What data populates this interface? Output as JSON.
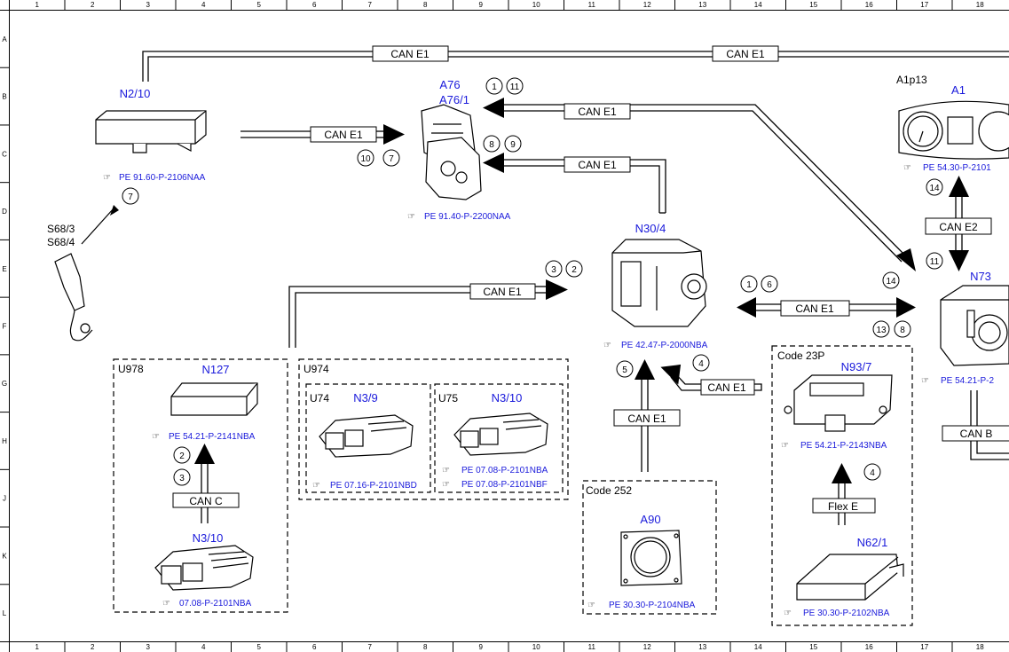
{
  "grid": {
    "columns": [
      "1",
      "2",
      "3",
      "4",
      "5",
      "6",
      "7",
      "8",
      "9",
      "10",
      "11",
      "12",
      "13",
      "14",
      "15",
      "16",
      "17",
      "18"
    ],
    "rows": [
      "A",
      "B",
      "C",
      "D",
      "E",
      "F",
      "G",
      "H",
      "J",
      "K",
      "L"
    ]
  },
  "bus_labels": {
    "can_e1_top_left": "CAN E1",
    "can_e1_top_right": "CAN E1",
    "can_e1_n2": "CAN E1",
    "can_e1_a76_top": "CAN E1",
    "can_e1_a76_bottom": "CAN E1",
    "can_e1_middle": "CAN E1",
    "can_e1_n30_n73": "CAN E1",
    "can_e1_code23p": "CAN E1",
    "can_e1_a90": "CAN E1",
    "can_e2": "CAN E2",
    "can_c": "CAN C",
    "flex_e": "Flex E",
    "can_b": "CAN B"
  },
  "components": {
    "n2_10": {
      "name": "N2/10",
      "ref": "PE 91.60-P-2106NAA"
    },
    "s68": {
      "name1": "S68/3",
      "name2": "S68/4"
    },
    "a76": {
      "name1": "A76",
      "name2": "A76/1",
      "ref": "PE 91.40-P-2200NAA"
    },
    "n30_4": {
      "name": "N30/4",
      "ref": "PE 42.47-P-2000NBA"
    },
    "a1": {
      "name": "A1",
      "aux": "A1p13",
      "ref": "PE 54.30-P-2101"
    },
    "n73": {
      "name": "N73",
      "ref": "PE 54.21-P-2"
    },
    "n127": {
      "name": "N127",
      "ref": "PE 54.21-P-2141NBA"
    },
    "n3_10_u978": {
      "name": "N3/10",
      "ref": "07.08-P-2101NBA"
    },
    "n3_9": {
      "name": "N3/9",
      "ref": "PE 07.16-P-2101NBD"
    },
    "n3_10_u75": {
      "name": "N3/10",
      "ref1": "PE 07.08-P-2101NBA",
      "ref2": "PE 07.08-P-2101NBF"
    },
    "a90": {
      "name": "A90",
      "ref": "PE 30.30-P-2104NBA"
    },
    "n93_7": {
      "name": "N93/7",
      "ref": "PE 54.21-P-2143NBA"
    },
    "n62_1": {
      "name": "N62/1",
      "ref": "PE 30.30-P-2102NBA"
    }
  },
  "groups": {
    "u978": "U978",
    "u974": "U974",
    "u74": "U74",
    "u75": "U75",
    "code252": "Code 252",
    "code23p": "Code 23P"
  },
  "markers": {
    "m1": "1",
    "m2": "11",
    "m3": "8",
    "m4": "9",
    "m5": "10",
    "m6": "7",
    "m7": "7",
    "m8": "3",
    "m9": "2",
    "m10": "1",
    "m11": "6",
    "m12": "14",
    "m13": "13",
    "m14": "8",
    "m15": "14",
    "m16": "11",
    "m17": "5",
    "m18": "4",
    "m19": "4",
    "m20": "2",
    "m21": "3"
  },
  "colors": {
    "component_name": "#1a1adb",
    "ref": "#1a1adb",
    "line": "#000000"
  }
}
